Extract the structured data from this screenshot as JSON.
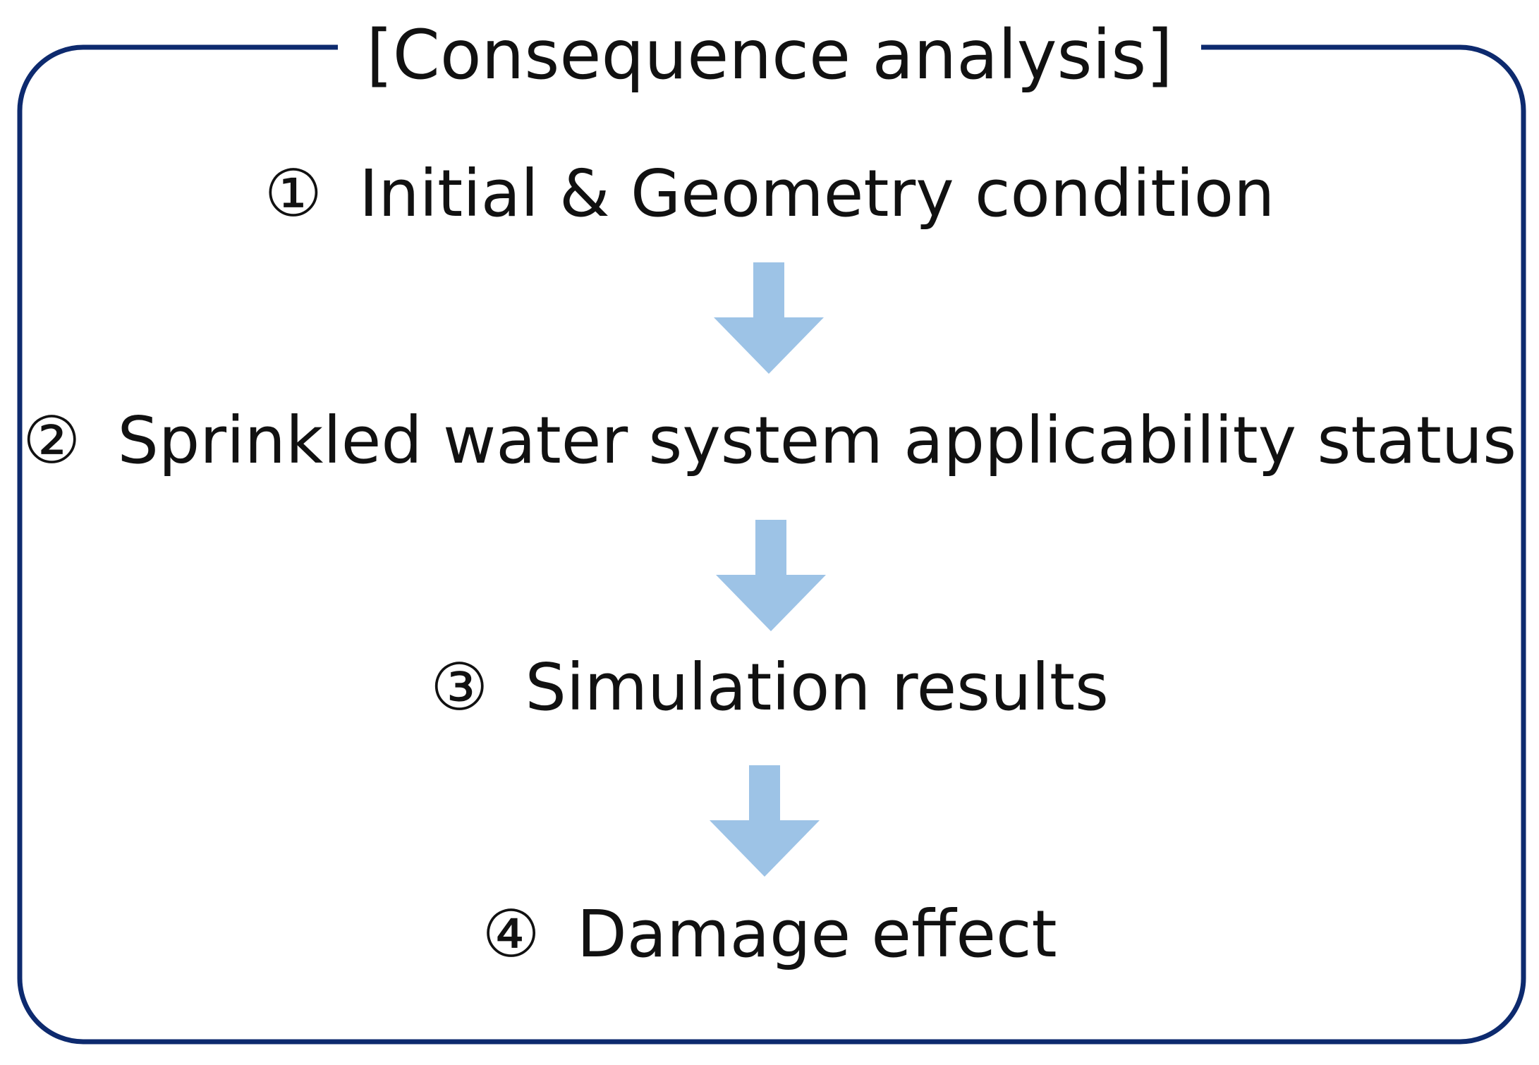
{
  "diagram": {
    "title": "[Consequence analysis]",
    "colors": {
      "frame": "#0d2a6e",
      "arrow": "#9dc3e6",
      "text": "#111111"
    },
    "steps": [
      {
        "number": "①",
        "label": "Initial & Geometry condition"
      },
      {
        "number": "②",
        "label": "Sprinkled water system applicability status"
      },
      {
        "number": "③",
        "label": "Simulation results"
      },
      {
        "number": "④",
        "label": "Damage effect"
      }
    ]
  }
}
